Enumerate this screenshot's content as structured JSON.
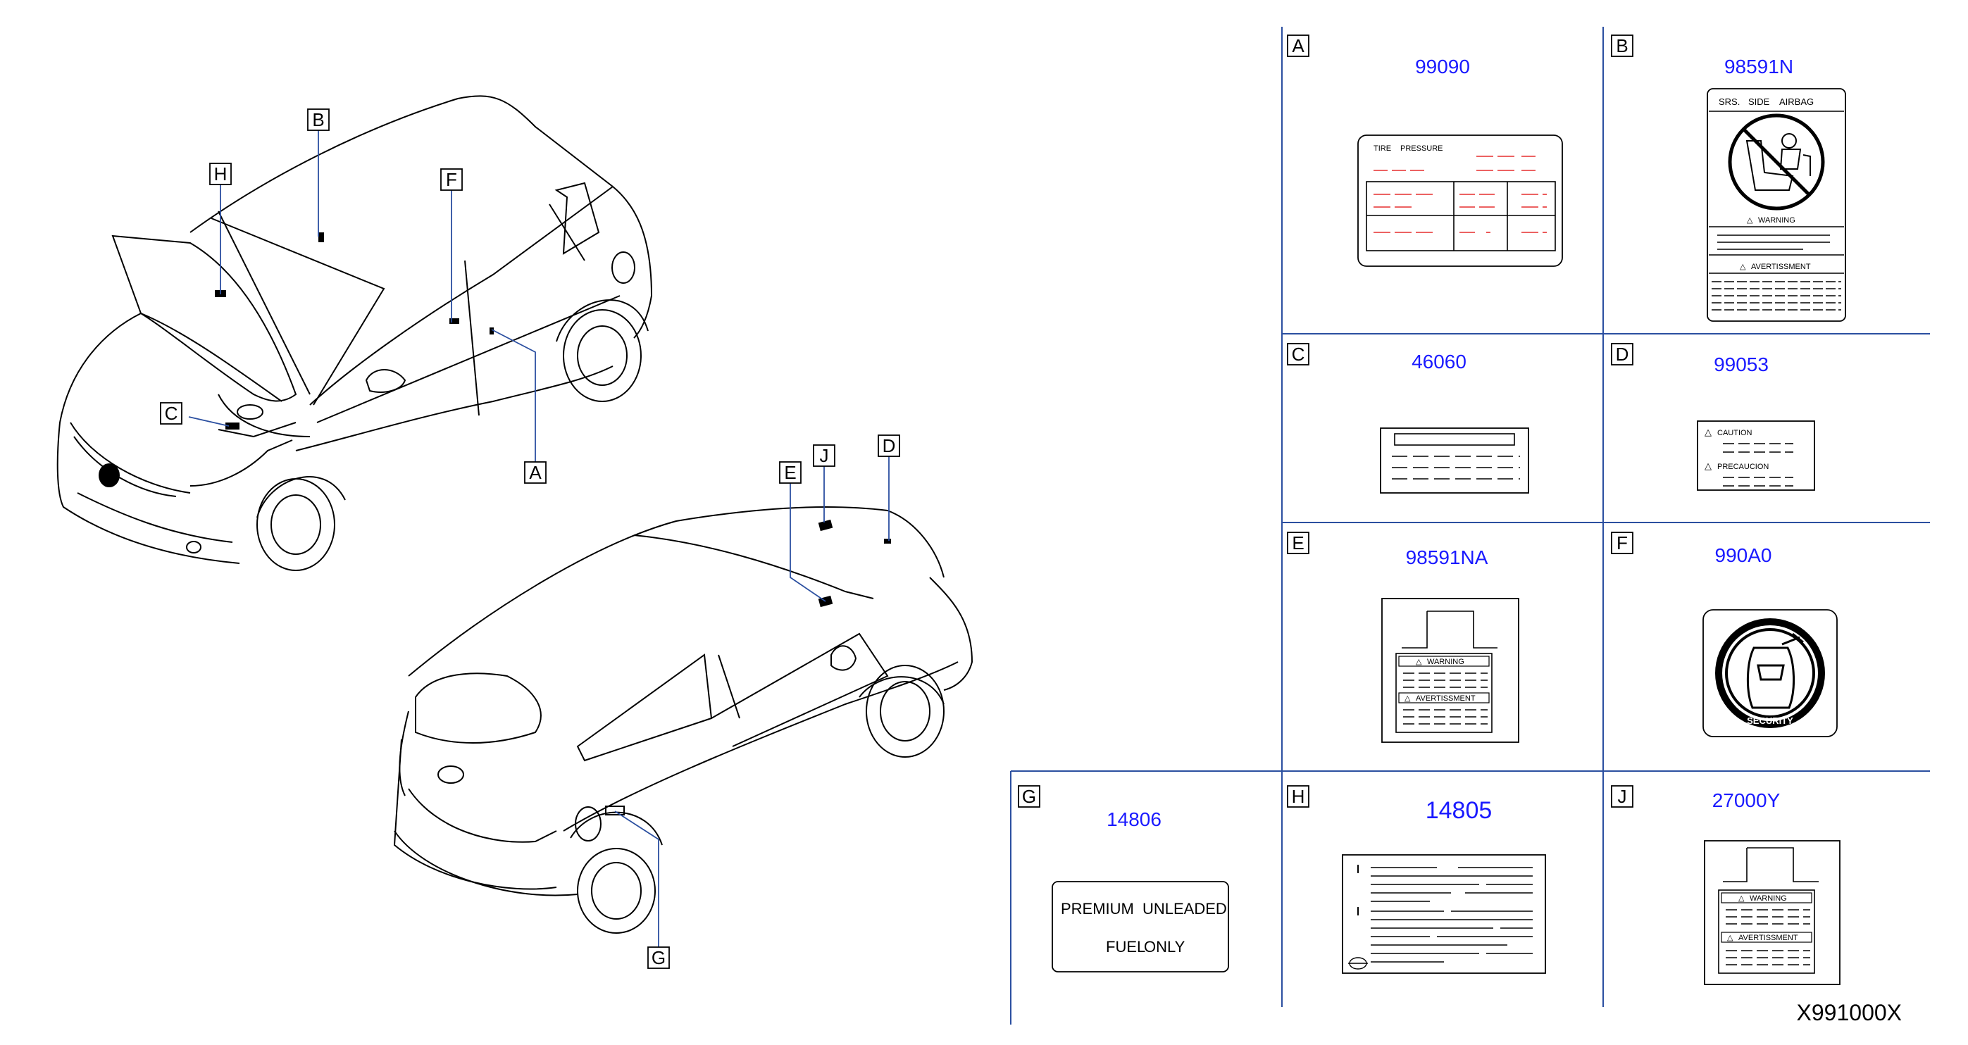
{
  "car_callouts": [
    "A",
    "B",
    "C",
    "D",
    "E",
    "F",
    "G",
    "H",
    "J"
  ],
  "panels": [
    {
      "letter": "A",
      "part_number": "99090",
      "label_text": [
        "TIRE",
        "PRESSURE"
      ]
    },
    {
      "letter": "B",
      "part_number": "98591N",
      "label_text": [
        "SRS.",
        "SIDE",
        "AIRBAG",
        "WARNING",
        "AVERTISSMENT"
      ]
    },
    {
      "letter": "C",
      "part_number": "46060",
      "label_text": []
    },
    {
      "letter": "D",
      "part_number": "99053",
      "label_text": [
        "CAUTION",
        "PRECAUCION"
      ]
    },
    {
      "letter": "E",
      "part_number": "98591NA",
      "label_text": [
        "WARNING",
        "AVERTISSMENT"
      ]
    },
    {
      "letter": "F",
      "part_number": "990A0",
      "label_text": [
        "SECURITY"
      ]
    },
    {
      "letter": "G",
      "part_number": "14806",
      "label_text": [
        "PREMIUM",
        "UNLEADED",
        "FUEL",
        "ONLY"
      ]
    },
    {
      "letter": "H",
      "part_number": "14805",
      "label_text": []
    },
    {
      "letter": "J",
      "part_number": "27000Y",
      "label_text": [
        "WARNING",
        "AVERTISSMENT"
      ]
    }
  ],
  "diagram_code": "X991000X",
  "colors": {
    "line": "#000000",
    "grid": "#2b4fa0",
    "part_number": "#1a1aff",
    "dash_red": "#e62e2e"
  }
}
